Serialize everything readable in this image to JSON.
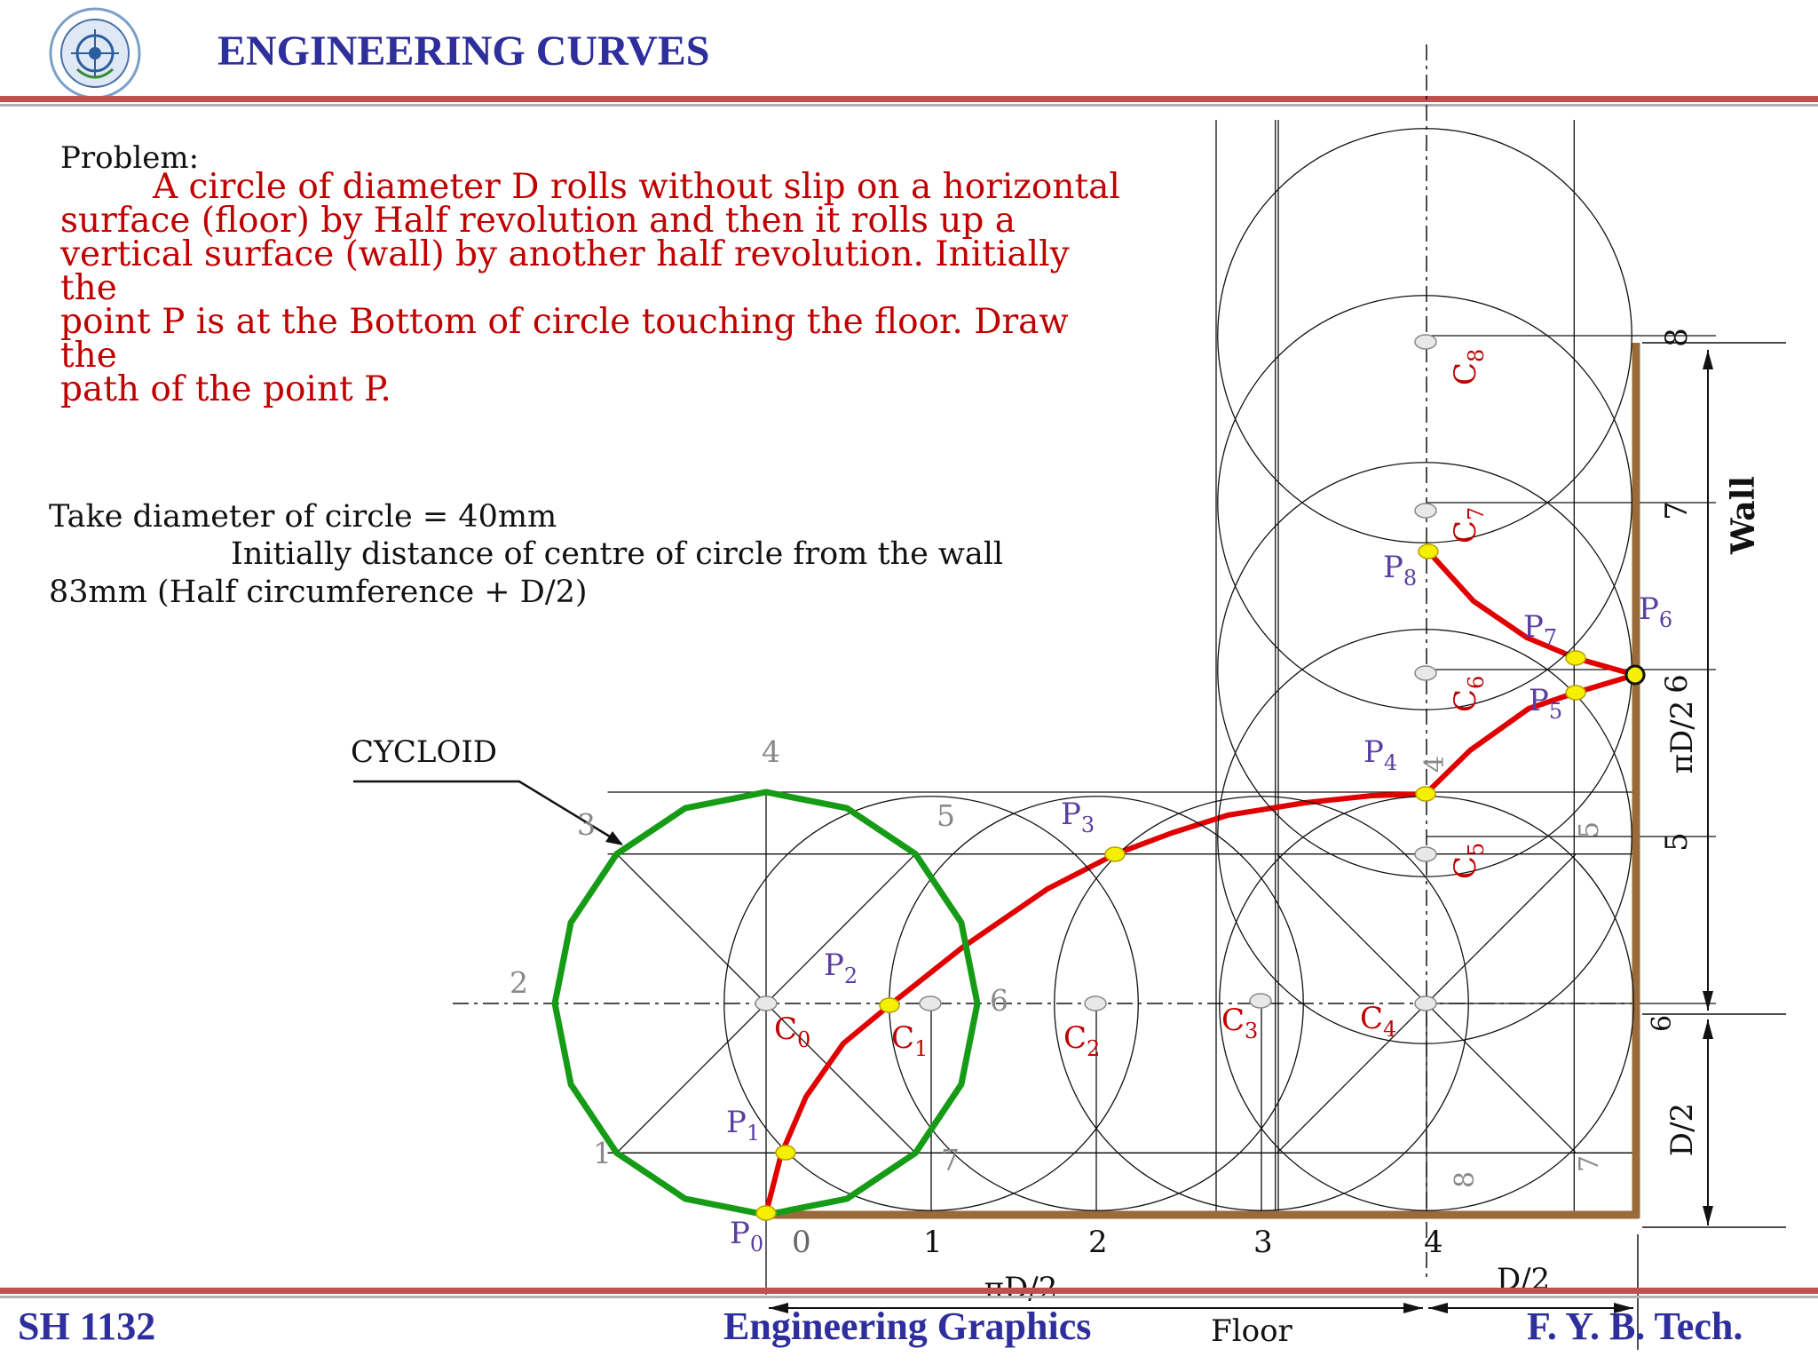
{
  "header": {
    "title": "ENGINEERING CURVES"
  },
  "logo": {
    "icon": "institute-seal-icon"
  },
  "problem": {
    "heading": "Problem:",
    "lines": [
      "A circle of diameter D rolls without slip on a horizontal",
      "surface (floor) by Half revolution and then it rolls up a",
      "vertical surface (wall) by another half revolution. Initially the",
      "point P is at the Bottom of circle touching the floor. Draw the",
      "path of the point P."
    ]
  },
  "given": {
    "line1": "Take diameter of circle = 40mm",
    "line2": "Initially distance of centre of circle from the wall",
    "line3": "83mm (Half circumference + D/2)"
  },
  "diagram": {
    "cycloid_label": "CYCLOID",
    "floor_label": "Floor",
    "wall_label": "Wall",
    "dim_floor": "πD/2",
    "dim_gap": "D/2",
    "dim_wall_low": "D/2",
    "dim_wall_high": "πD/2",
    "floor_ticks": [
      "0",
      "1",
      "2",
      "3",
      "4"
    ],
    "wall_ticks": [
      "5",
      "6",
      "7",
      "8"
    ],
    "circle_divisions": [
      "1",
      "2",
      "3",
      "4",
      "5",
      "6",
      "7",
      "8"
    ],
    "centres": [
      "C0",
      "C1",
      "C2",
      "C3",
      "C4",
      "C5",
      "C6",
      "C7",
      "C8"
    ],
    "points": [
      "P0",
      "P1",
      "P2",
      "P3",
      "P4",
      "P5",
      "P6",
      "P7",
      "P8"
    ],
    "colors": {
      "curve": "#e00000",
      "rolling_circle": "#169b16",
      "floor_wall": "#9a6a3a",
      "point_marker": "#f5f000",
      "label_blue": "#5a3fa0",
      "label_red": "#c00000"
    }
  },
  "footer": {
    "left": "SH 1132",
    "center": "Engineering Graphics",
    "right": "F. Y.  B. Tech."
  }
}
